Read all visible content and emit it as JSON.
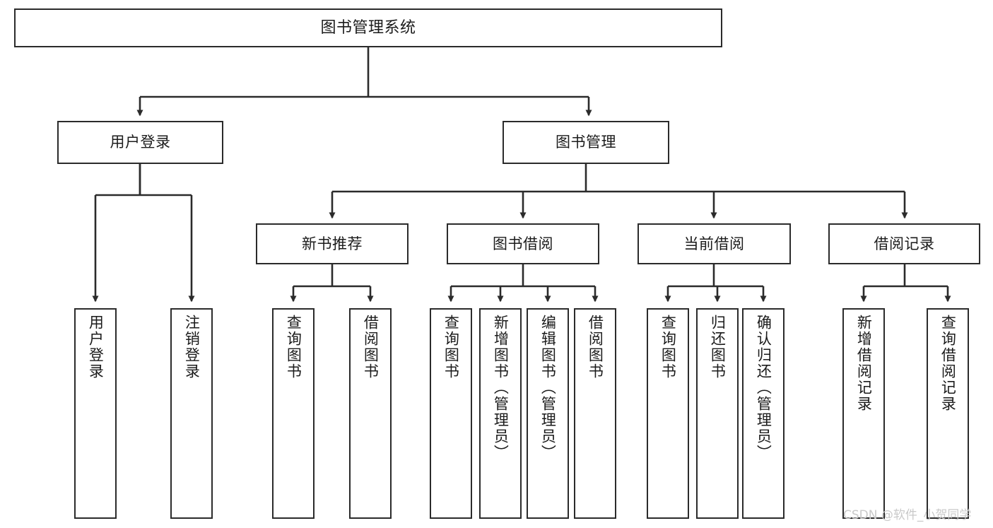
{
  "diagram": {
    "title": "图书管理系统",
    "watermark": "CSDN @软件_小贺同学",
    "line_color": "#2b2b2b",
    "box_fill": "#ffffff",
    "text_color": "#1b1b1b",
    "watermark_color": "#c9c9c9"
  },
  "nodes": {
    "root": {
      "label": "图书管理系统"
    },
    "level2": [
      {
        "label": "用户登录"
      },
      {
        "label": "图书管理"
      }
    ],
    "level3": [
      {
        "label": "新书推荐"
      },
      {
        "label": "图书借阅"
      },
      {
        "label": "当前借阅"
      },
      {
        "label": "借阅记录"
      }
    ],
    "leaves_user_login": [
      {
        "label": "用户登录"
      },
      {
        "label": "注销登录"
      }
    ],
    "leaves_new_books": [
      {
        "label": "查询图书"
      },
      {
        "label": "借阅图书"
      }
    ],
    "leaves_borrow": [
      {
        "label": "查询图书"
      },
      {
        "label": "新增图书（管理员）"
      },
      {
        "label": "编辑图书（管理员）"
      },
      {
        "label": "借阅图书"
      }
    ],
    "leaves_current": [
      {
        "label": "查询图书"
      },
      {
        "label": "归还图书"
      },
      {
        "label": "确认归还（管理员）"
      }
    ],
    "leaves_records": [
      {
        "label": "新增借阅记录"
      },
      {
        "label": "查询借阅记录"
      }
    ]
  }
}
